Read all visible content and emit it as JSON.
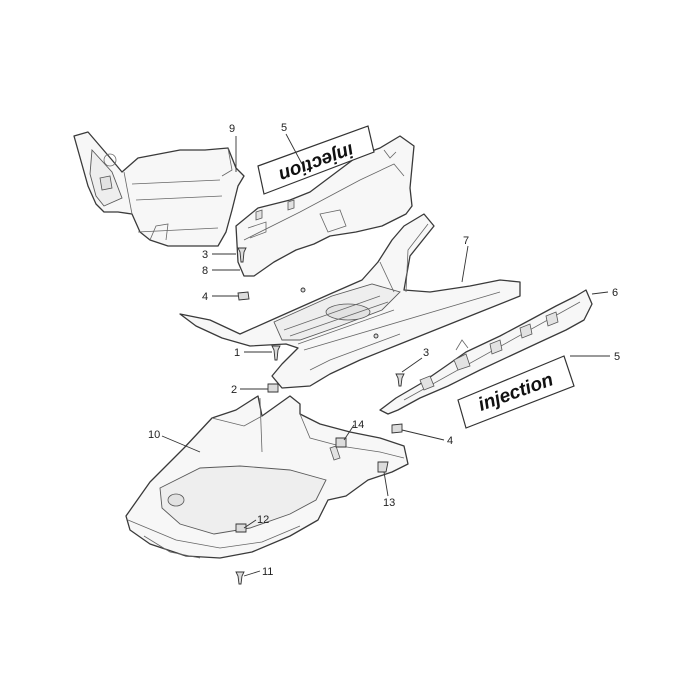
{
  "decal": {
    "text": "injection"
  },
  "callouts": [
    {
      "id": "c9",
      "label": "9"
    },
    {
      "id": "c5a",
      "label": "5"
    },
    {
      "id": "c7",
      "label": "7"
    },
    {
      "id": "c3a",
      "label": "3"
    },
    {
      "id": "c8",
      "label": "8"
    },
    {
      "id": "c4a",
      "label": "4"
    },
    {
      "id": "c6",
      "label": "6"
    },
    {
      "id": "c1",
      "label": "1"
    },
    {
      "id": "c3b",
      "label": "3"
    },
    {
      "id": "c5b",
      "label": "5"
    },
    {
      "id": "c2",
      "label": "2"
    },
    {
      "id": "c10",
      "label": "10"
    },
    {
      "id": "c14",
      "label": "14"
    },
    {
      "id": "c4b",
      "label": "4"
    },
    {
      "id": "c13",
      "label": "13"
    },
    {
      "id": "c12",
      "label": "12"
    },
    {
      "id": "c11",
      "label": "11"
    }
  ]
}
